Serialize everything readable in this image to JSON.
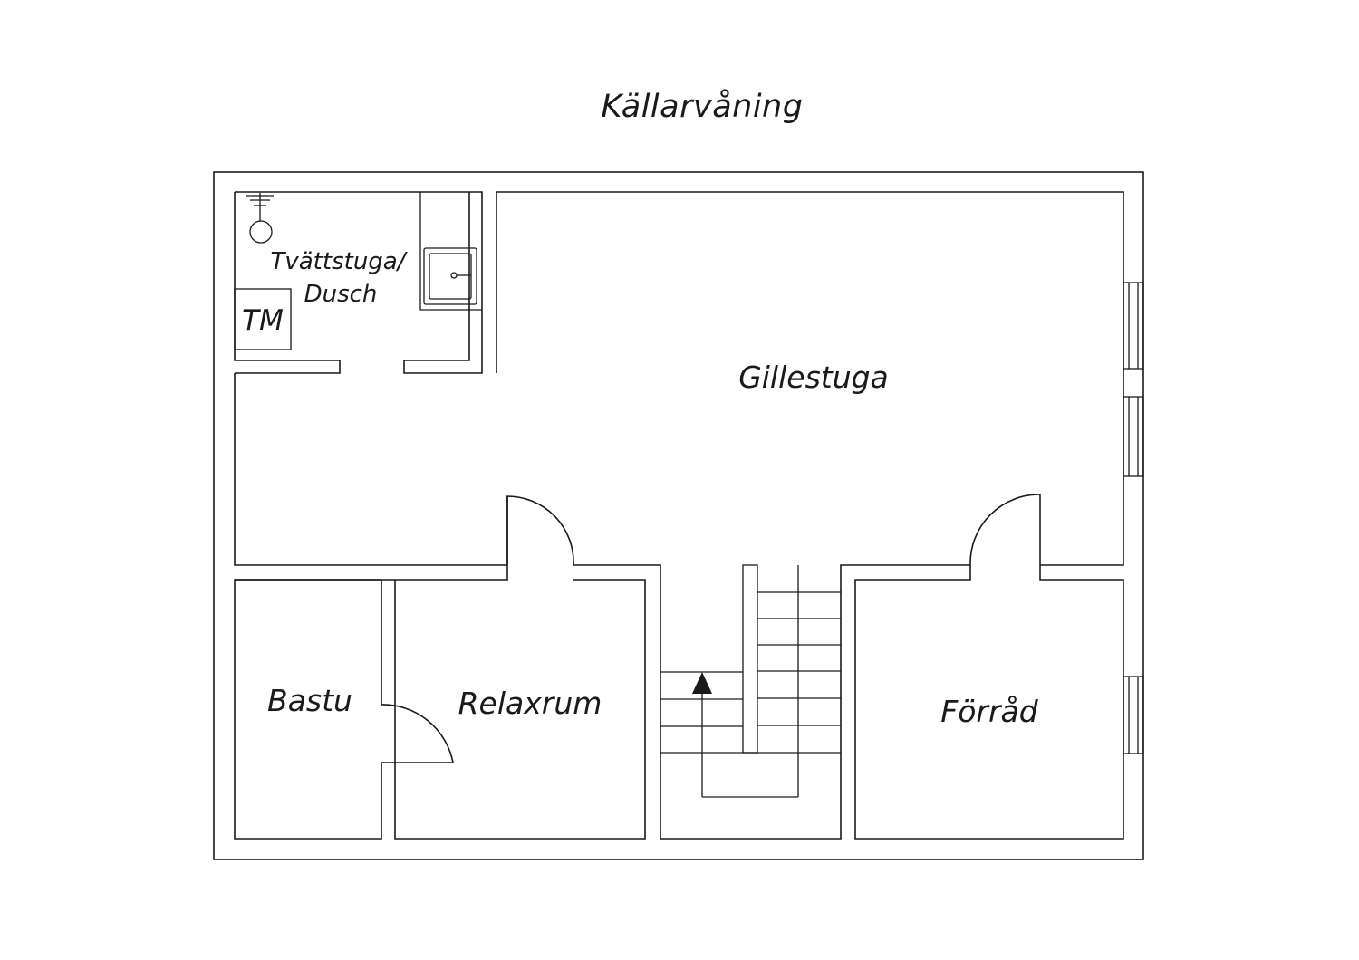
{
  "title": "Källarvåning",
  "rooms": {
    "laundry_line1": "Tvättstuga/",
    "laundry_line2": "Dusch",
    "washing_machine": "TM",
    "rec_room": "Gillestuga",
    "sauna": "Bastu",
    "relax_room": "Relaxrum",
    "storage": "Förråd"
  }
}
